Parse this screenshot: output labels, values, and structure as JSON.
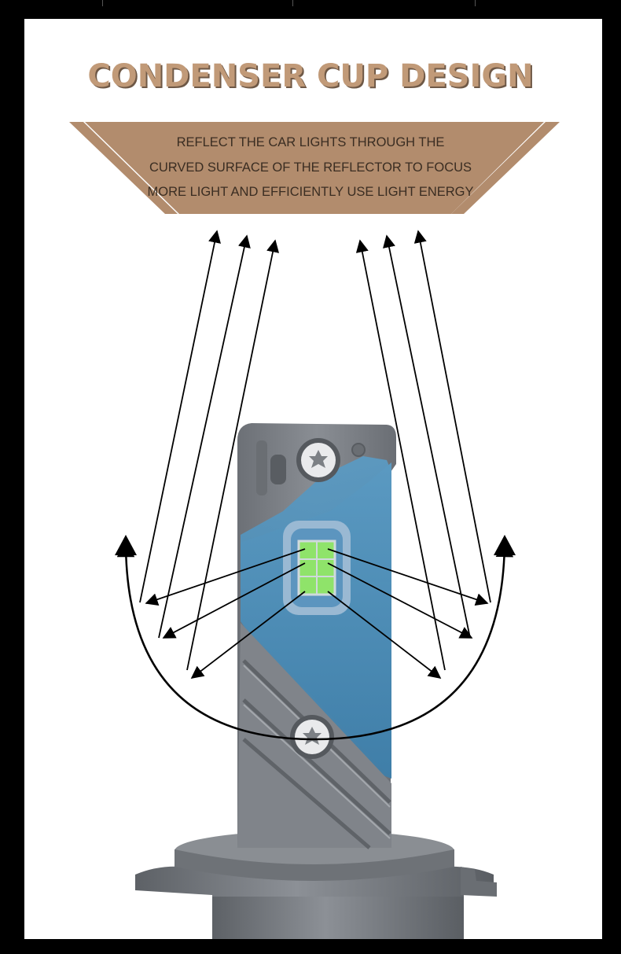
{
  "title": "CONDENSER CUP DESIGN",
  "banner": {
    "lines": [
      "REFLECT THE CAR LIGHTS THROUGH THE",
      "CURVED SURFACE OF  THE REFLECTOR TO FOCUS",
      "MORE LIGHT AND EFFICIENTLY USE LIGHT ENERGY"
    ]
  },
  "colors": {
    "background": "#000000",
    "panel": "#ffffff",
    "accent": "#b28c6d",
    "title": "#c19a78",
    "bulb_body": "#7b7f85",
    "bulb_blue": "#4f8db4",
    "led_chip": "#8fe36a"
  },
  "icons": {
    "screw": "torx-screw-icon",
    "arrow": "arrowhead"
  }
}
